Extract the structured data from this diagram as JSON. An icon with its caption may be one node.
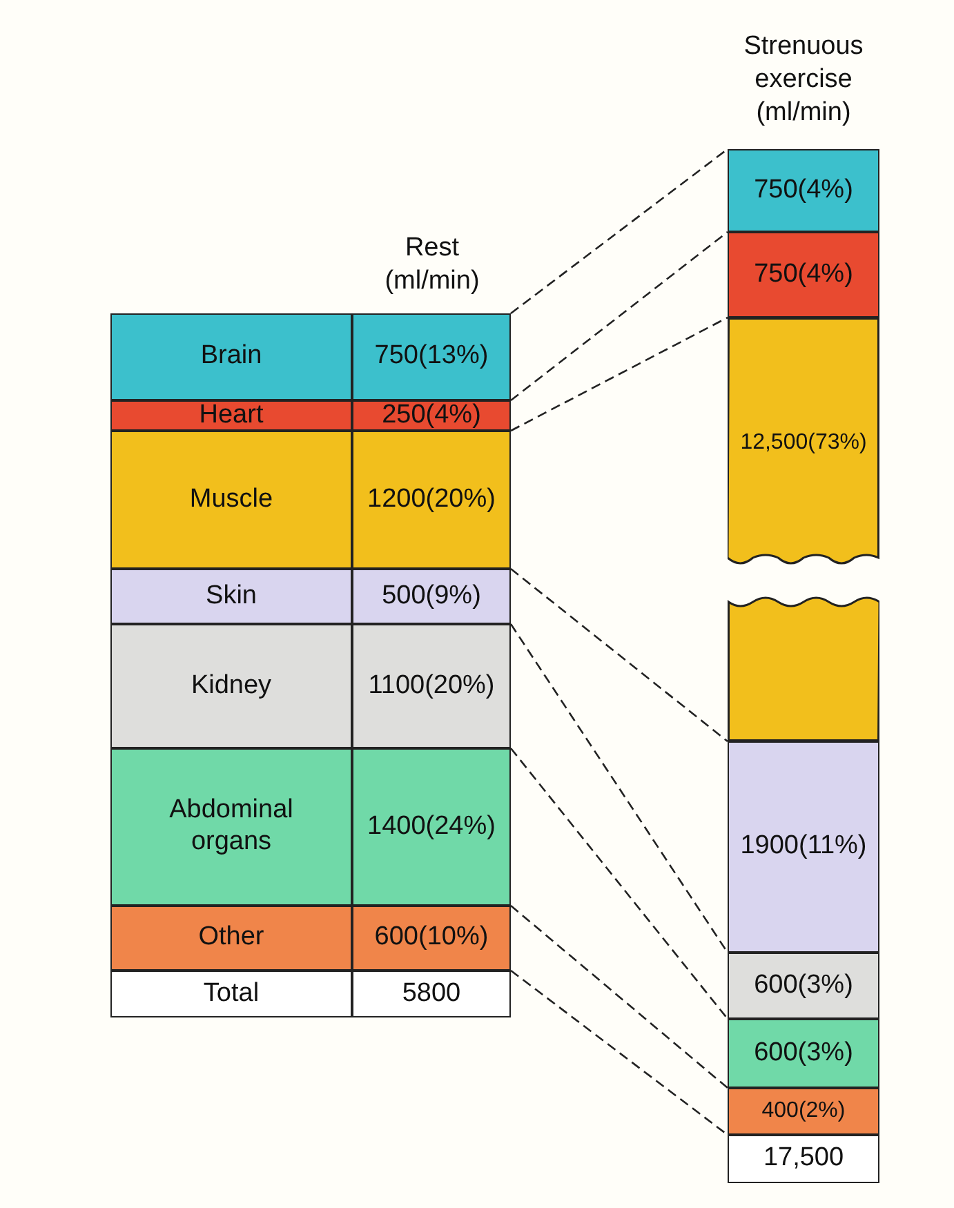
{
  "diagram": {
    "nodes": [
      {
        "text": [
          "Brain"
        ]
      },
      {
        "text": [
          "750(13%)"
        ]
      },
      {
        "text": [
          "Heart"
        ]
      },
      {
        "text": [
          "250(4%)"
        ]
      },
      {
        "text": [
          "Muscle"
        ]
      },
      {
        "text": [
          "1200(20%)"
        ]
      },
      {
        "text": [
          "Skin"
        ]
      },
      {
        "text": [
          "500(9%)"
        ]
      },
      {
        "text": [
          "Kidney"
        ]
      },
      {
        "text": [
          "1100(20%)"
        ]
      },
      {
        "text": [
          "Abdominal organs"
        ]
      },
      {
        "text": [
          "1400(24%)"
        ]
      },
      {
        "text": [
          "Other"
        ]
      },
      {
        "text": [
          "600(10%)"
        ]
      },
      {
        "text": [
          "Total"
        ]
      },
      {
        "text": [
          "5800"
        ]
      },
      {
        "text": [
          "750(4%)"
        ]
      },
      {
        "text": [
          "750(4%)"
        ]
      },
      {
        "text": [
          "12,500(73%)"
        ]
      },
      {
        "text": [],
        "shape": "bar"
      },
      {
        "text": [
          "1900(11%)"
        ]
      },
      {
        "text": [
          "600(3%)"
        ]
      },
      {
        "text": [
          "600(3%)"
        ]
      },
      {
        "text": [
          "400(2%)"
        ]
      },
      {
        "text": [
          "17,500"
        ]
      }
    ],
    "edges": [
      {
        "from": 1,
        "to": 16,
        "arrow": "none",
        "style": "dashed"
      },
      {
        "from": 3,
        "to": 17,
        "arrow": "none",
        "style": "dashed"
      },
      {
        "from": 5,
        "to": 18,
        "arrow": "none",
        "style": "dashed"
      },
      {
        "from": 7,
        "to": 20,
        "arrow": "none",
        "style": "dashed"
      },
      {
        "from": 9,
        "to": 21,
        "arrow": "none",
        "style": "dashed"
      },
      {
        "from": 11,
        "to": 22,
        "arrow": "none",
        "style": "dashed"
      },
      {
        "from": 13,
        "to": 23,
        "arrow": "none",
        "style": "dashed"
      },
      {
        "from": 15,
        "to": 24,
        "arrow": "none",
        "style": "dashed"
      }
    ],
    "labels": [
      "Strenuous exercise (ml/min)",
      "Rest (ml/min)"
    ]
  }
}
